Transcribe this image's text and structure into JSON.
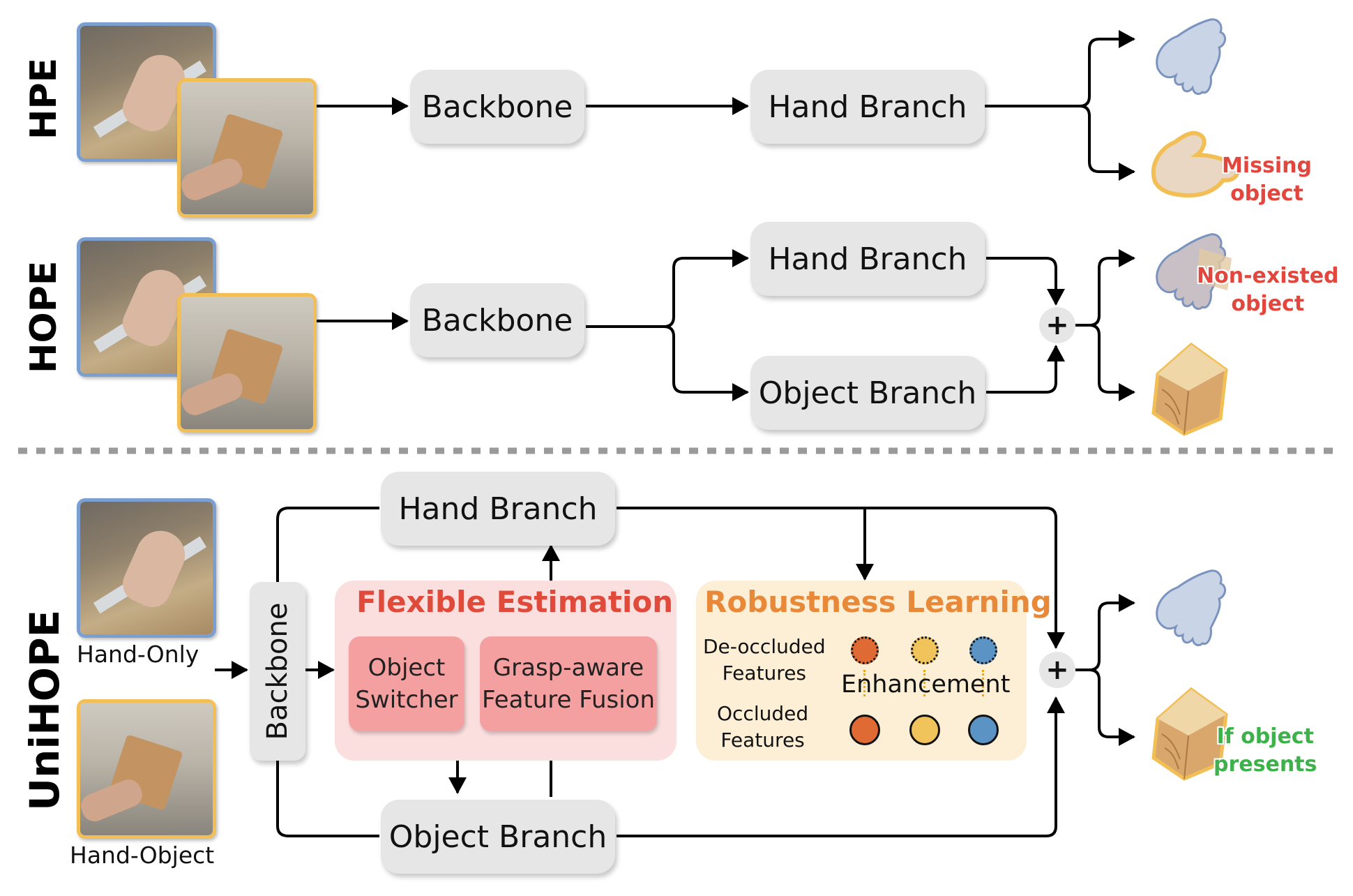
{
  "sections": {
    "hpe": "HPE",
    "hope": "HOPE",
    "unihope": "UniHOPE"
  },
  "boxes": {
    "backbone": "Backbone",
    "hand_branch": "Hand Branch",
    "object_branch": "Object Branch"
  },
  "flexible": {
    "title": "Flexible Estimation",
    "object_switcher": "Object\nSwitcher",
    "grasp_fusion": "Grasp-aware\nFeature Fusion"
  },
  "robustness": {
    "title": "Robustness Learning",
    "deoccluded": "De-occluded\nFeatures",
    "occluded": "Occluded\nFeatures",
    "enhancement": "Enhancement"
  },
  "inputs": {
    "hand_only": "Hand-Only",
    "hand_object": "Hand-Object"
  },
  "notes": {
    "missing": "Missing\nobject",
    "non_existed": "Non-existed\nobject",
    "if_object": "If object\npresents"
  },
  "plus_symbol": "+",
  "colors": {
    "box": "#e6e6e6",
    "thumb_blue": "#7a9fd0",
    "thumb_gold": "#f2bf57",
    "flexible_panel": "#fbdede",
    "flexible_title": "#e04a3a",
    "subbox": "#f5a0a0",
    "robust_panel": "#fcefd5",
    "robust_title": "#e8893a",
    "dot_orange": "#e06a33",
    "dot_yellow": "#f0c45a",
    "dot_blue": "#5b93c4",
    "missing_red": "#e2463c",
    "present_green": "#3eb24a"
  },
  "icons": [
    "hand-mesh-icon",
    "hand-grasp-mesh-icon",
    "wooden-cube-icon"
  ]
}
